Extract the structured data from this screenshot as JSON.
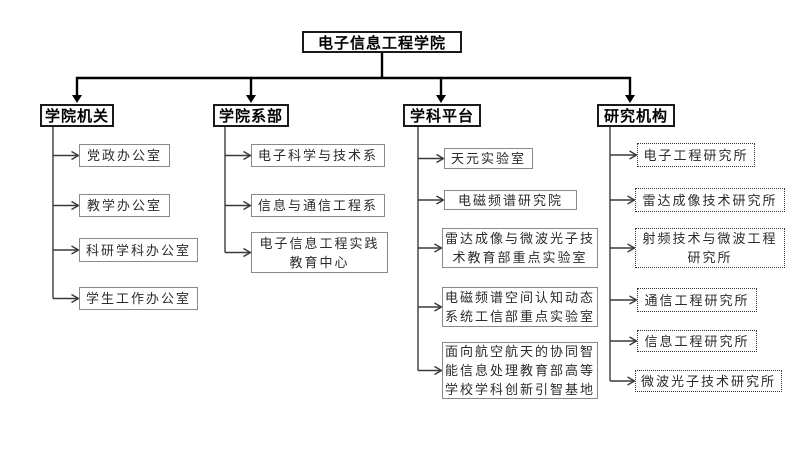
{
  "page": {
    "background": "#ffffff"
  },
  "colors": {
    "top_connector": "#000000",
    "child_connector": "#3a3a3a",
    "header_border": "#1a1a1a",
    "child_border": "#8a8a8a",
    "dotted_border": "#333333",
    "header_text": "#000000",
    "child_text": "#2b2b2b"
  },
  "chart": {
    "root": {
      "label": "电子信息工程学院"
    },
    "branches": [
      {
        "id": "offices",
        "label": "学院机关",
        "children_box_style": "solid",
        "children": [
          {
            "lines": [
              "党政办公室"
            ]
          },
          {
            "lines": [
              "教学办公室"
            ]
          },
          {
            "lines": [
              "科研学科办公室"
            ]
          },
          {
            "lines": [
              "学生工作办公室"
            ]
          }
        ]
      },
      {
        "id": "departments",
        "label": "学院系部",
        "children_box_style": "solid",
        "children": [
          {
            "lines": [
              "电子科学与技术系"
            ]
          },
          {
            "lines": [
              "信息与通信工程系"
            ]
          },
          {
            "lines": [
              "电子信息工程实践",
              "教育中心"
            ]
          }
        ]
      },
      {
        "id": "platforms",
        "label": "学科平台",
        "children_box_style": "solid",
        "children": [
          {
            "lines": [
              "天元实验室"
            ]
          },
          {
            "lines": [
              "电磁频谱研究院"
            ]
          },
          {
            "lines": [
              "雷达成像与微波光子技",
              "术教育部重点实验室"
            ]
          },
          {
            "lines": [
              "电磁频谱空间认知动态",
              "系统工信部重点实验室"
            ]
          },
          {
            "lines": [
              "面向航空航天的协同智",
              "能信息处理教育部高等",
              "学校学科创新引智基地"
            ]
          }
        ]
      },
      {
        "id": "institutes",
        "label": "研究机构",
        "children_box_style": "dotted",
        "children": [
          {
            "lines": [
              "电子工程研究所"
            ]
          },
          {
            "lines": [
              "雷达成像技术研究所"
            ]
          },
          {
            "lines": [
              "射频技术与微波工程",
              "研究所"
            ]
          },
          {
            "lines": [
              "通信工程研究所"
            ]
          },
          {
            "lines": [
              "信息工程研究所"
            ]
          },
          {
            "lines": [
              "微波光子技术研究所"
            ]
          }
        ]
      }
    ]
  }
}
